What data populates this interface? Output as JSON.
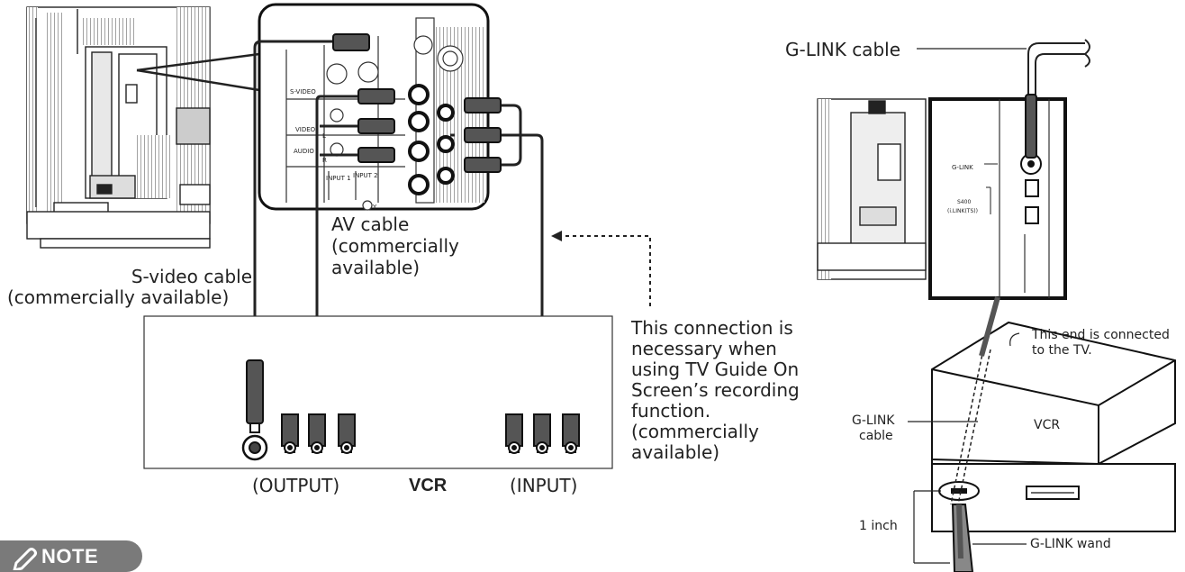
{
  "labels": {
    "svideo_cable_line1": "S-video cable",
    "svideo_cable_line2": "(commercially available)",
    "av_cable_line1": "AV cable",
    "av_cable_line2": "(commercially",
    "av_cable_line3": "available)",
    "vcr_output": "(OUTPUT)",
    "vcr_title": "VCR",
    "vcr_input": "(INPUT)",
    "connection_note": [
      "This connection is",
      "necessary when",
      "using TV Guide On",
      "Screen’s recording",
      "function.",
      "(commercially",
      "available)"
    ],
    "glink_cable_top": "G-LINK cable",
    "end_connected_line1": "This end is connected",
    "end_connected_line2": "to the TV.",
    "glink_cable_left_line1": "G-LINK",
    "glink_cable_left_line2": "cable",
    "vcr_box_label": "VCR",
    "one_inch": "1 inch",
    "glink_wand": "G-LINK wand",
    "note": "NOTE"
  },
  "panel_labels": {
    "svideo": "S-VIDEO",
    "video": "VIDEO",
    "audio": "AUDIO",
    "l": "L",
    "r": "R",
    "input1": "INPUT 1",
    "input2": "INPUT 2",
    "y": "Y",
    "glink": "G-LINK",
    "s400": "S400",
    "ilink": "(i.LINK(TS))"
  }
}
